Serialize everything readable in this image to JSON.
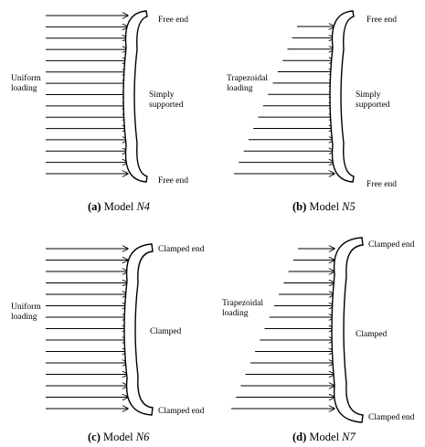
{
  "panels": [
    {
      "id": "a",
      "loading_label": [
        "Uniform",
        "loading"
      ],
      "support_label": [
        "Simply",
        "supported"
      ],
      "end_top": "Free end",
      "end_bottom": "Free end",
      "caption_letter": "(a)",
      "caption_text": " Model ",
      "caption_model": "N4",
      "load_shape": "uniform"
    },
    {
      "id": "b",
      "loading_label": [
        "Trapezoidal",
        "loading"
      ],
      "support_label": [
        "Simply",
        "supported"
      ],
      "end_top": "Free end",
      "end_bottom": "Free end",
      "caption_letter": "(b)",
      "caption_text": " Model ",
      "caption_model": "N5",
      "load_shape": "trapezoidal"
    },
    {
      "id": "c",
      "loading_label": [
        "Uniform",
        "loading"
      ],
      "support_label": [
        "Clamped"
      ],
      "end_top": "Clamped end",
      "end_bottom": "Clamped end",
      "caption_letter": "(c)",
      "caption_text": " Model ",
      "caption_model": "N6",
      "load_shape": "uniform"
    },
    {
      "id": "d",
      "loading_label": [
        "Trapezoidal",
        "loading"
      ],
      "support_label": [
        "Clamped"
      ],
      "end_top": "Clamped end",
      "end_bottom": "Clamped end",
      "caption_letter": "(d)",
      "caption_text": " Model ",
      "caption_model": "N7",
      "load_shape": "trapezoidal"
    }
  ]
}
